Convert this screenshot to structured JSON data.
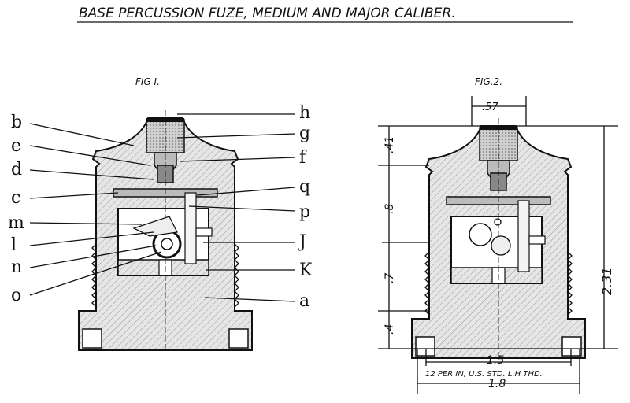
{
  "title": "BASE PERCUSSION FUZE, MEDIUM AND MAJOR CALIBER.",
  "figure1": {
    "caption": "FIG I.",
    "labels_left": [
      "b",
      "e",
      "d",
      "c",
      "m",
      "l",
      "n",
      "o"
    ],
    "labels_right": [
      "h",
      "g",
      "f",
      "q",
      "p",
      "J",
      "K",
      "a"
    ]
  },
  "figure2": {
    "caption": "FIG.2.",
    "dim_top": ".57",
    "dims_left": [
      ".41",
      ".8",
      ".7",
      ".4"
    ],
    "dim_height": "2.31",
    "dim_thread": "1.5",
    "thread_note": "12 PER IN, U.S. STD. L.H THD.",
    "dim_base": "1.8"
  }
}
